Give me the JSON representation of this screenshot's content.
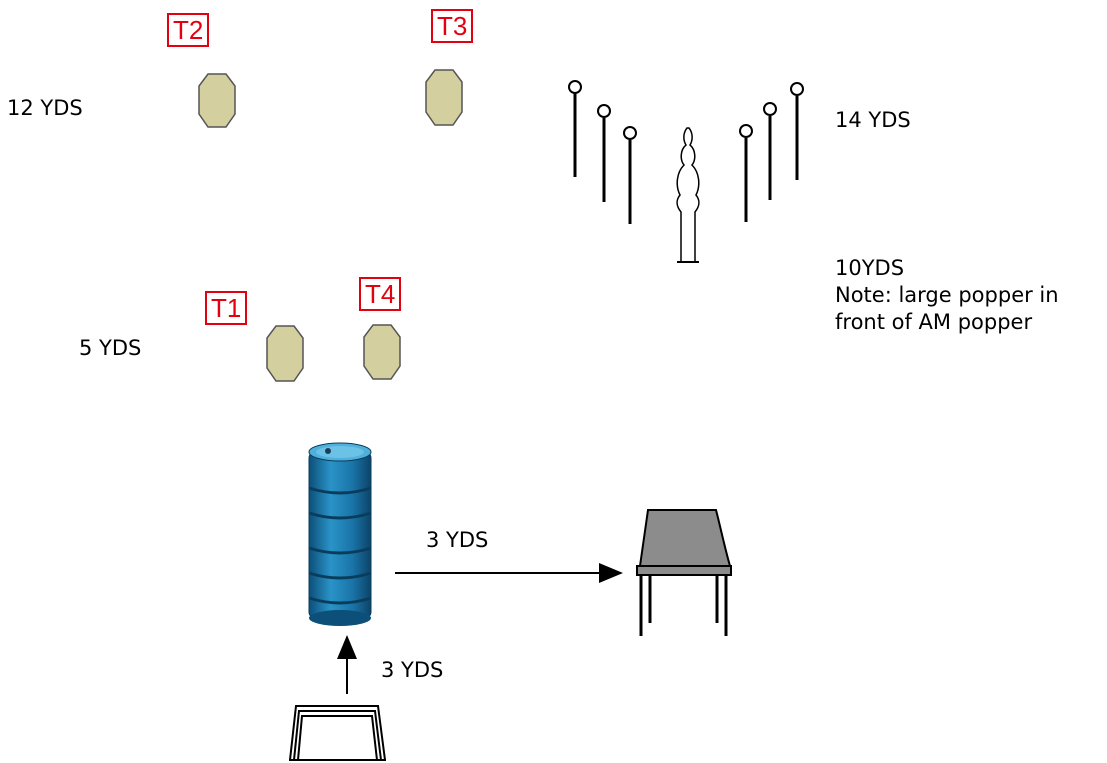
{
  "target_labels": {
    "t1": "T1",
    "t2": "T2",
    "t3": "T3",
    "t4": "T4"
  },
  "distance_labels": {
    "far_targets": "12 YDS",
    "near_targets": "5 YDS",
    "plates": "14 YDS",
    "barrel_to_table": "3 YDS",
    "start_to_barrel": "3 YDS"
  },
  "popper_note": {
    "distance": "10YDS",
    "line1": "Note: large popper in",
    "line2": "front of AM popper"
  },
  "colors": {
    "target_fill": "#d4cf9f",
    "target_stroke": "#555555",
    "label_red": "#e3000f",
    "barrel": "#1f7fb5",
    "table_top": "#8c8c8c"
  }
}
